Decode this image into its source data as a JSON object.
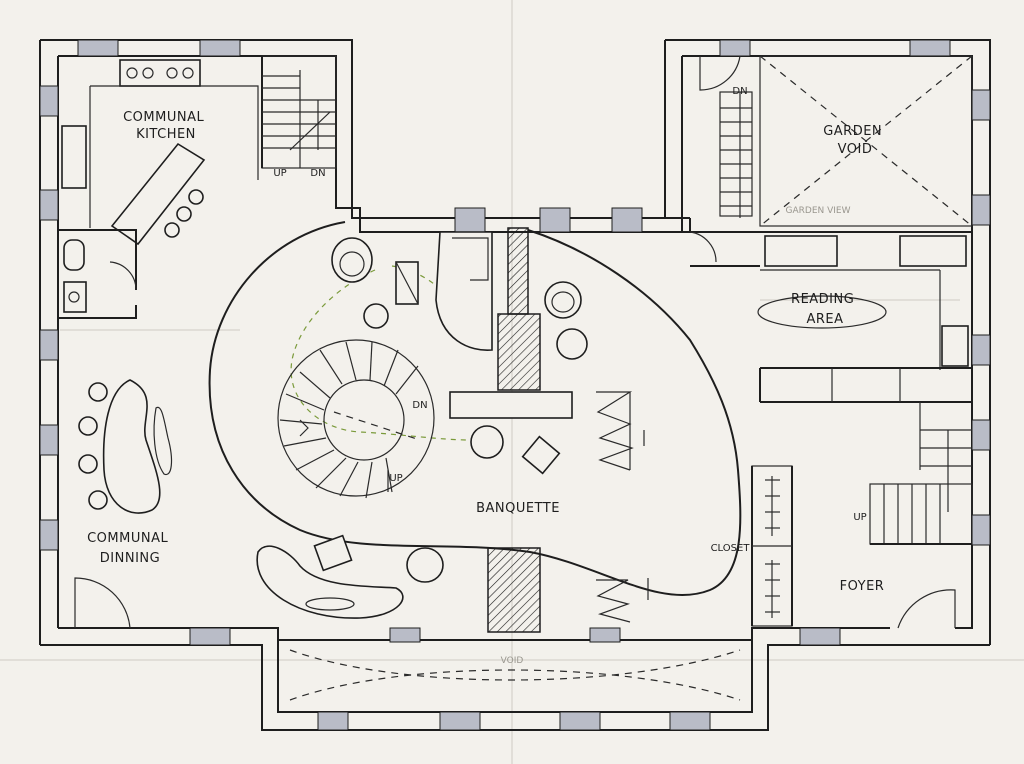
{
  "rooms": {
    "kitchen": "COMMUNAL\nKITCHEN",
    "garden": "GARDEN\nVOID",
    "reading": "READING\nAREA",
    "dining": "COMMUNAL\nDINNING",
    "banquette": "BANQUETTE",
    "foyer": "FOYER",
    "closet": "CLOSET"
  },
  "stair_marks": {
    "kitchen_up": "UP",
    "kitchen_dn": "DN",
    "garden_dn": "DN",
    "spiral_dn": "DN",
    "spiral_up": "UP",
    "foyer_up": "UP"
  },
  "faint_notes": {
    "garden_view": "GARDEN VIEW",
    "void": "VOID"
  },
  "colors": {
    "paper": "#f3f1ec",
    "ink": "#1e1e1e",
    "window_fill": "#b9bcc7",
    "path_green": "#7a9a3a"
  }
}
